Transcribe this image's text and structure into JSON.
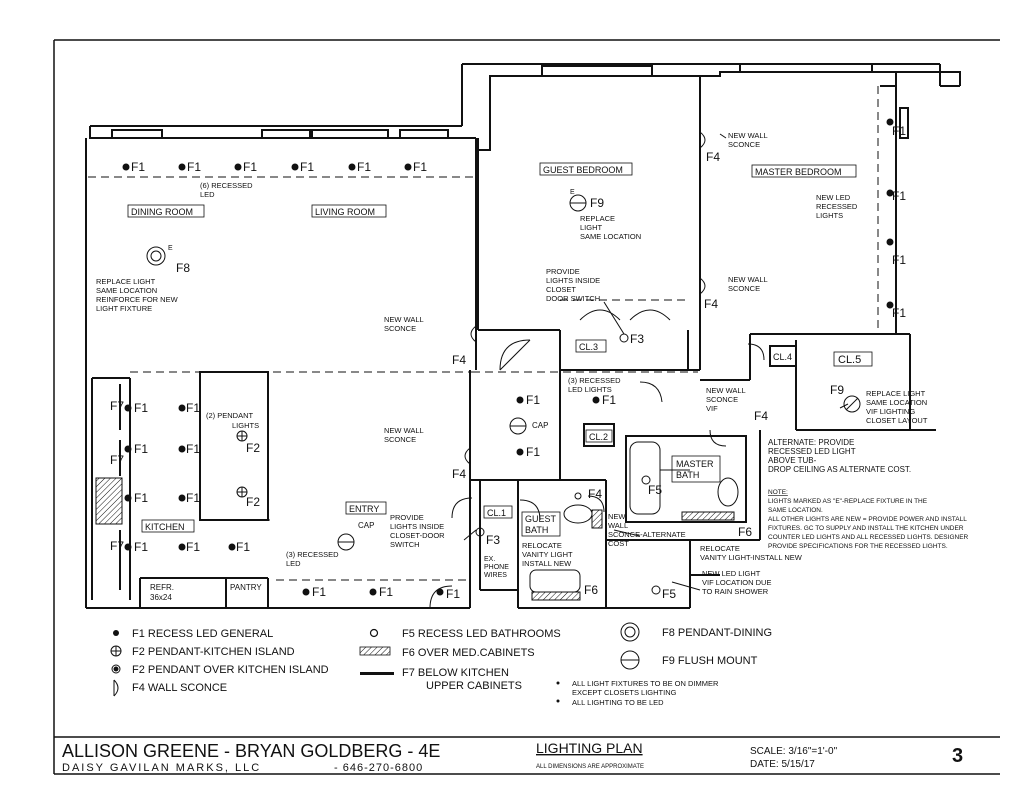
{
  "rooms": {
    "guest_bedroom": "GUEST BEDROOM",
    "master_bedroom": "MASTER BEDROOM",
    "dining_room": "DINING ROOM",
    "living_room": "LIVING ROOM",
    "kitchen": "KITCHEN",
    "entry": "ENTRY",
    "cl1": "CL.1",
    "cl2": "CL.2",
    "cl3": "CL.3",
    "cl4": "CL.4",
    "cl5": "CL.5",
    "guest_bath_1": "GUEST",
    "guest_bath_2": "BATH",
    "master_bath_1": "MASTER",
    "master_bath_2": "BATH",
    "refr_1": "REFR.",
    "refr_2": "36x24",
    "pantry": "PANTRY"
  },
  "fixture_tags": {
    "f1": "F1",
    "f2": "F2",
    "f3": "F3",
    "f4": "F4",
    "f5": "F5",
    "f6": "F6",
    "f7": "F7",
    "f8": "F8",
    "f9": "F9",
    "e": "E",
    "cap": "CAP"
  },
  "notes": {
    "recessed6_1": "(6) RECESSED",
    "recessed6_2": "LED",
    "replace_light_1": "REPLACE LIGHT",
    "replace_light_2": "SAME LOCATION",
    "replace_light_3": "REINFORCE FOR NEW",
    "replace_light_4": "LIGHT FIXTURE",
    "guest_replace_1": "REPLACE",
    "guest_replace_2": "LIGHT",
    "guest_replace_3": "SAME LOCATION",
    "provide_closet_1": "PROVIDE",
    "provide_closet_2": "LIGHTS INSIDE",
    "provide_closet_3": "CLOSET",
    "provide_closet_4": "DOOR SWITCH",
    "new_wall_sconce_1": "NEW WALL",
    "new_wall_sconce_2": "SCONCE",
    "master_new_led_1": "NEW LED",
    "master_new_led_2": "RECESSED",
    "master_new_led_3": "LIGHTS",
    "pendant2_1": "(2) PENDANT",
    "pendant2_2": "LIGHTS",
    "recessed3_1": "(3) RECESSED",
    "recessed3_2": "LED LIGHTS",
    "new_wall_sconce_vif_1": "NEW WALL",
    "new_wall_sconce_vif_2": "SCONCE",
    "new_wall_sconce_vif_3": "VIF",
    "cl5_replace_1": "REPLACE LIGHT",
    "cl5_replace_2": "SAME LOCATION",
    "cl5_replace_3": "VIF LIGHTING",
    "cl5_replace_4": "CLOSET LAYOUT",
    "alternate_1": "ALTERNATE: PROVIDE",
    "alternate_2": "RECESSED LED LIGHT",
    "alternate_3": "ABOVE TUB-",
    "alternate_4": "DROP CEILING AS ALTERNATE COST.",
    "note_head": "NOTE:",
    "note_1": "LIGHTS MARKED AS \"E\"-REPLACE FIXTURE IN THE",
    "note_2": "SAME LOCATION.",
    "note_3": "ALL OTHER LIGHTS ARE NEW = PROVIDE POWER AND INSTALL",
    "note_4": "FIXTURES.  GC TO SUPPLY AND INSTALL THE KITCHEN UNDER",
    "note_5": "COUNTER LED LIGHTS AND ALL RECESSED LIGHTS.  DESIGNER",
    "note_6": "PROVIDE SPECIFICATIONS FOR THE RECESSED LIGHTS.",
    "entry_closet_1": "PROVIDE",
    "entry_closet_2": "LIGHTS INSIDE",
    "entry_closet_3": "CLOSET-DOOR",
    "entry_closet_4": "SWITCH",
    "recessed3_entry_1": "(3) RECESSED",
    "recessed3_entry_2": "LED",
    "ex_phone_1": "EX.",
    "ex_phone_2": "PHONE",
    "ex_phone_3": "WIRES",
    "relocate_vanity_1": "RELOCATE",
    "relocate_vanity_2": "VANITY LIGHT",
    "relocate_vanity_3": "INSTALL NEW",
    "sconce_alt_1": "NEW",
    "sconce_alt_2": "WALL",
    "sconce_alt_3": "SCONCE-ALTERNATE",
    "sconce_alt_4": "COST",
    "relocate_vanity_master_1": "RELOCATE",
    "relocate_vanity_master_2": "VANITY LIGHT-INSTALL NEW",
    "rain_shower_1": "NEW LED LIGHT",
    "rain_shower_2": "VIF LOCATION DUE",
    "rain_shower_3": "TO RAIN SHOWER"
  },
  "legend": {
    "f1": "F1  RECESS LED GENERAL",
    "f2a": "F2  PENDANT-KITCHEN ISLAND",
    "f2b": "F2  PENDANT OVER KITCHEN ISLAND",
    "f4": "F4  WALL SCONCE",
    "f5": "F5  RECESS LED BATHROOMS",
    "f6": "F6  OVER MED.CABINETS",
    "f7_1": "F7  BELOW KITCHEN",
    "f7_2": "UPPER CABINETS",
    "f8": "F8  PENDANT-DINING",
    "f9": "F9  FLUSH MOUNT",
    "note_dimmer_1": "ALL LIGHT FIXTURES TO BE ON DIMMER",
    "note_dimmer_2": "EXCEPT CLOSETS LIGHTING",
    "note_led": "ALL LIGHTING TO BE LED"
  },
  "title_block": {
    "client": "ALLISON GREENE - BRYAN GOLDBERG - 4E",
    "firm": "DAISY GAVILAN MARKS, LLC",
    "phone": "- 646-270-6800",
    "sheet_title": "LIGHTING PLAN",
    "sheet_sub": "ALL DIMENSIONS ARE APPROXIMATE",
    "scale": "SCALE: 3/16\"=1'-0\"",
    "date": "DATE: 5/15/17",
    "sheet_no": "3"
  }
}
